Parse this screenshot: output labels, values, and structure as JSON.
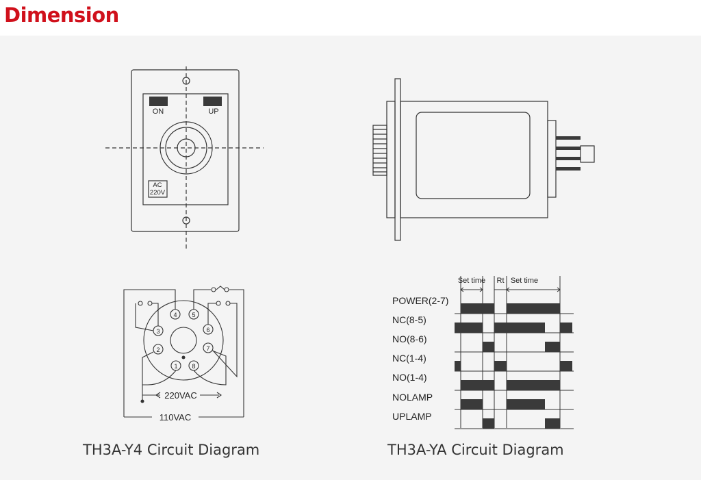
{
  "header": {
    "title": "Dimension"
  },
  "front_view": {
    "label_on": "ON",
    "label_up": "UP",
    "label_ac": "AC",
    "label_voltage": "220V"
  },
  "y4_diagram": {
    "pins": [
      "1",
      "2",
      "3",
      "4",
      "5",
      "6",
      "7",
      "8"
    ],
    "voltage_inner": "220VAC",
    "voltage_outer": "110VAC",
    "caption": "TH3A-Y4 Circuit Diagram"
  },
  "ya_diagram": {
    "header_set_time_1": "Set time",
    "header_rt": "Rt",
    "header_set_time_2": "Set time",
    "rows": [
      "POWER(2-7)",
      "NC(8-5)",
      "NO(8-6)",
      "NC(1-4)",
      "NO(1-4)",
      "NOLAMP",
      "UPLAMP"
    ],
    "caption": "TH3A-YA Circuit Diagram"
  }
}
